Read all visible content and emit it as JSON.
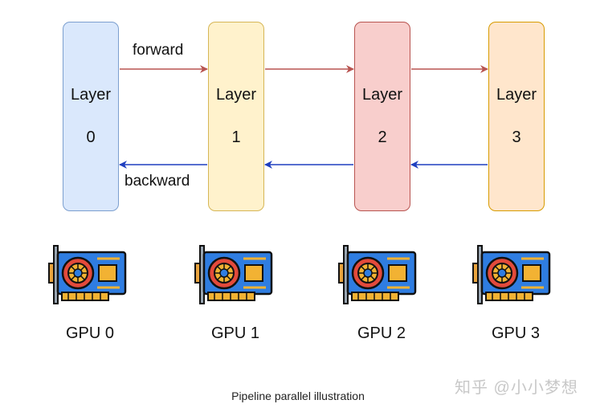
{
  "layers": [
    {
      "name": "Layer",
      "index": "0"
    },
    {
      "name": "Layer",
      "index": "1"
    },
    {
      "name": "Layer",
      "index": "2"
    },
    {
      "name": "Layer",
      "index": "3"
    }
  ],
  "edges": {
    "forward_label": "forward",
    "backward_label": "backward"
  },
  "gpus": [
    "GPU 0",
    "GPU 1",
    "GPU 2",
    "GPU 3"
  ],
  "caption": "Pipeline parallel illustration",
  "watermark": "知乎 @小小梦想",
  "colors": {
    "forward": "#b85450",
    "backward": "#1f3fbf"
  },
  "icon": "gpu-card-icon"
}
